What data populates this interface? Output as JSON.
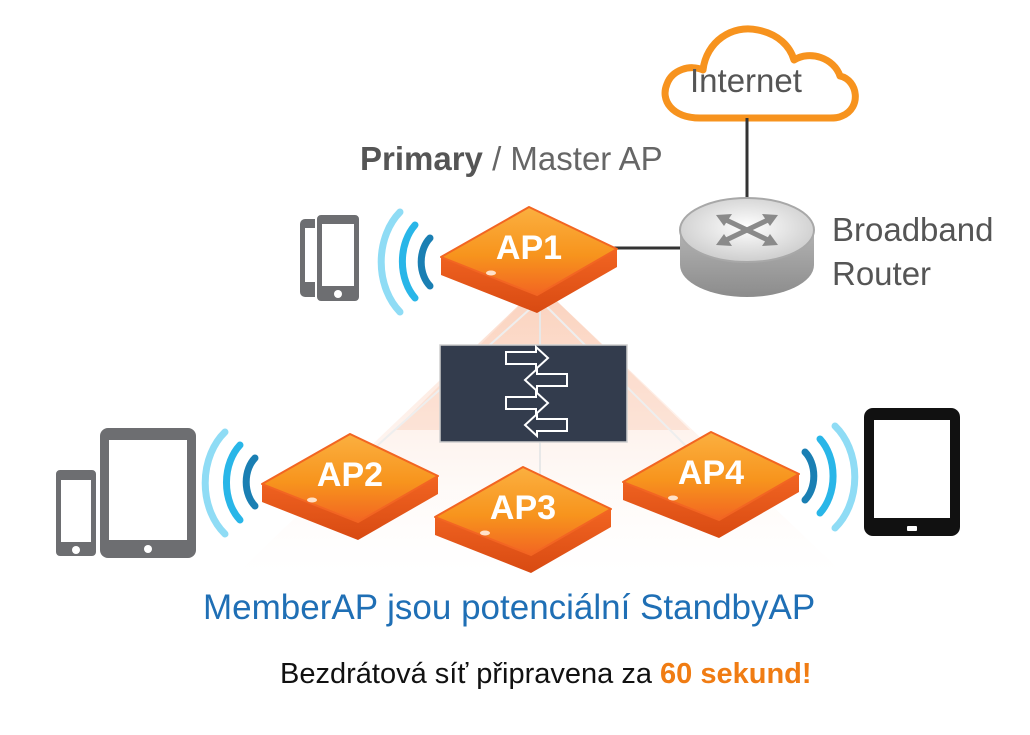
{
  "labels": {
    "internet": "Internet",
    "primary_bold": "Primary",
    "primary_rest": " / Master AP",
    "router_line1": "Broadband",
    "router_line2": "Router",
    "member_caption": "MemberAP jsou potenciální StandbyAP",
    "ready_prefix": "Bezdrátová síť připravena za ",
    "ready_highlight": "60 sekund!"
  },
  "access_points": [
    {
      "id": "AP1",
      "label": "AP1"
    },
    {
      "id": "AP2",
      "label": "AP2"
    },
    {
      "id": "AP3",
      "label": "AP3"
    },
    {
      "id": "AP4",
      "label": "AP4"
    }
  ],
  "colors": {
    "ap_orange": "#f26522",
    "ap_orange_light": "#f7941d",
    "cloud_outline": "#f7931e",
    "wifi_blue": "#29b6e8",
    "caption_blue": "#1f6fb5",
    "highlight_orange": "#f07c13",
    "sync_box": "#333c4d",
    "device_gray": "#6d6e71"
  },
  "icons": [
    "cloud-icon",
    "router-icon",
    "sync-arrows-icon",
    "smartphone-icon",
    "tablet-icon",
    "wifi-signal-icon"
  ]
}
